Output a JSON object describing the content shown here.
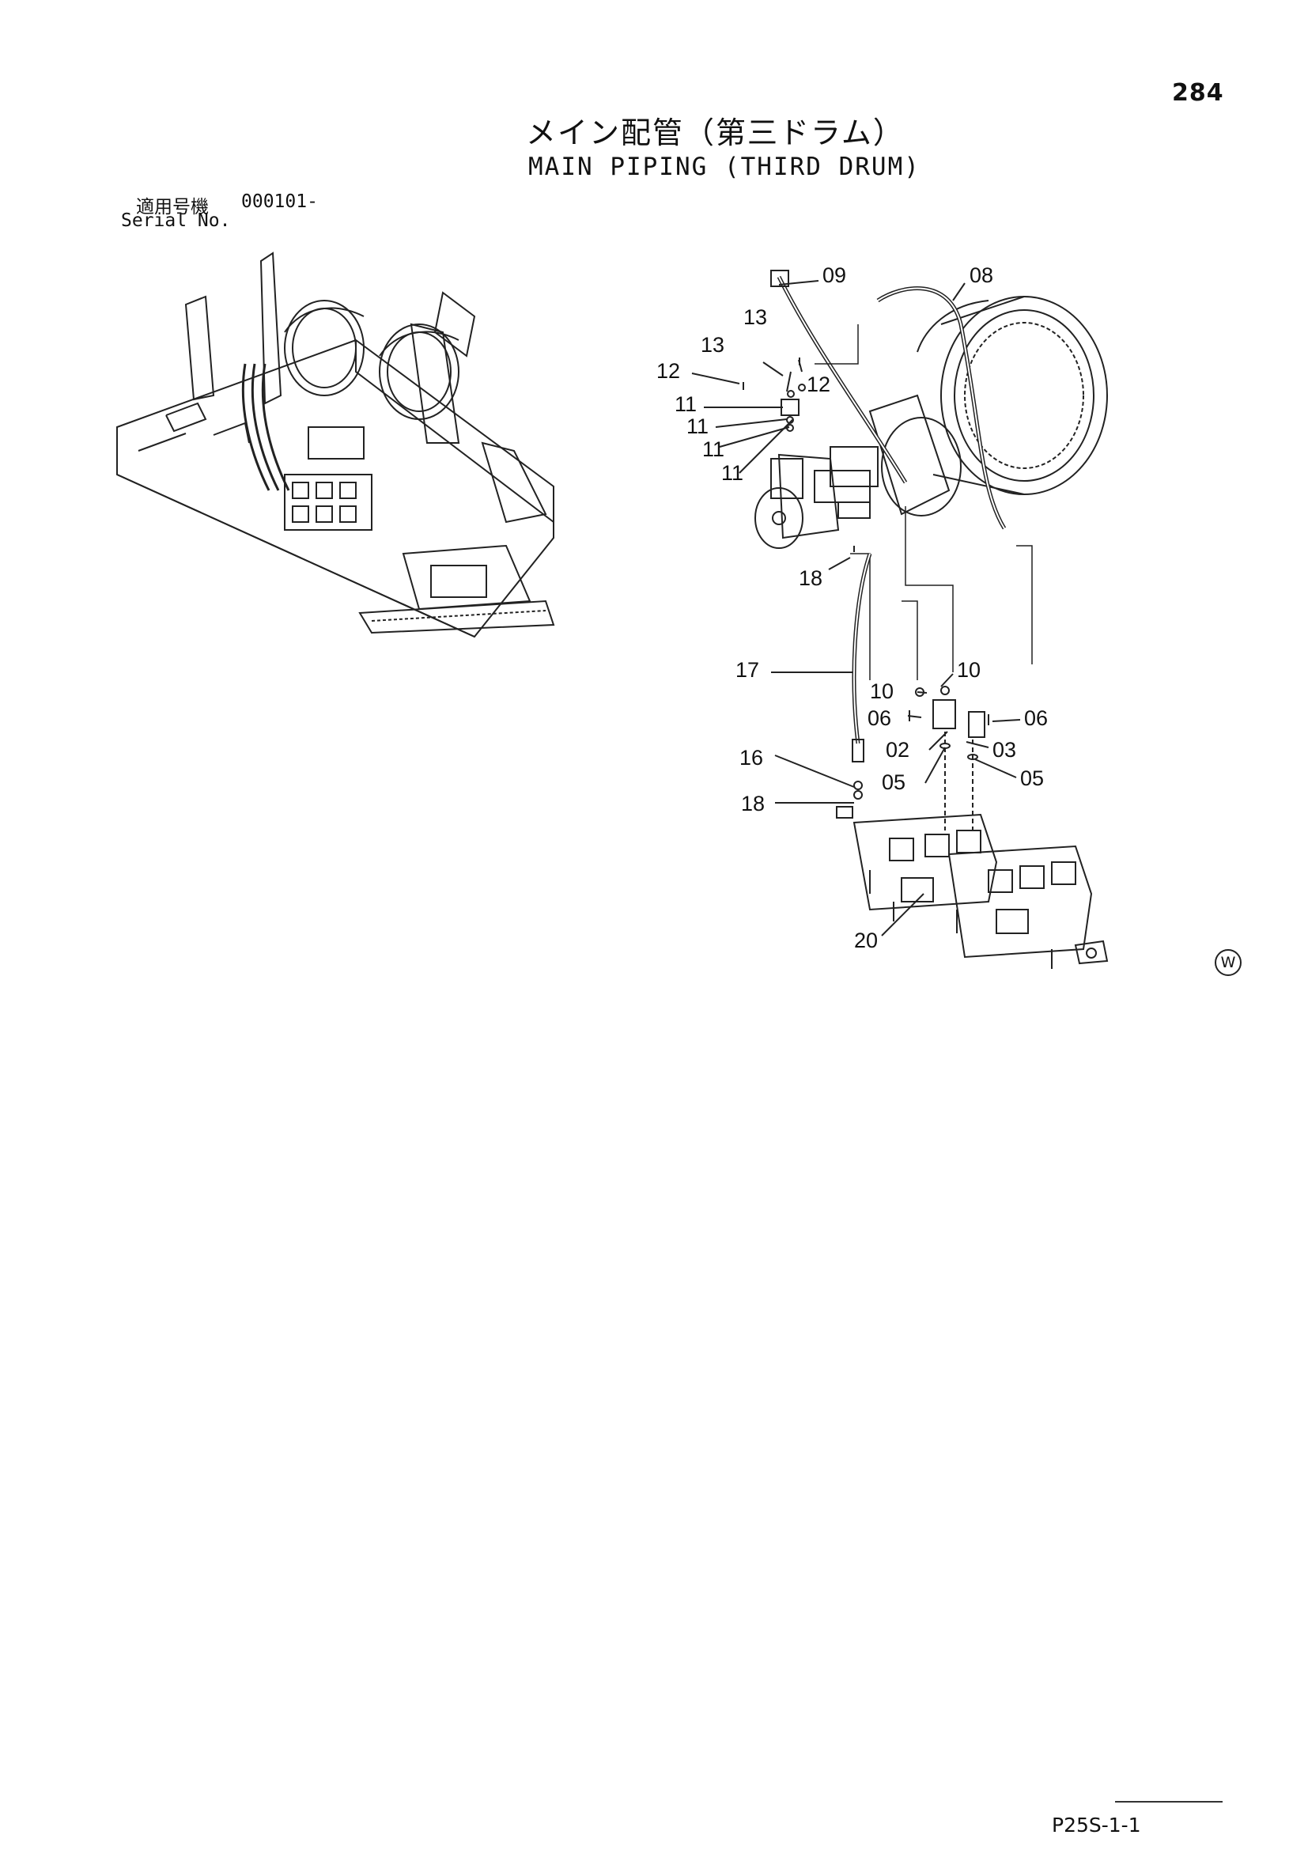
{
  "page": {
    "number": "284",
    "title_jp": "メイン配管（第三ドラム）",
    "title_en": "MAIN PIPING (THIRD DRUM)",
    "serial_label_jp": "適用号機",
    "serial_value": "000101-",
    "serial_label_en": "Serial No.",
    "watermark": "W",
    "footer_code": "P25S-1-1"
  },
  "callouts": [
    "09",
    "08",
    "13",
    "13",
    "12",
    "12",
    "11",
    "11",
    "11",
    "11",
    "18",
    "17",
    "10",
    "10",
    "06",
    "06",
    "02",
    "03",
    "16",
    "05",
    "05",
    "18",
    "20"
  ]
}
